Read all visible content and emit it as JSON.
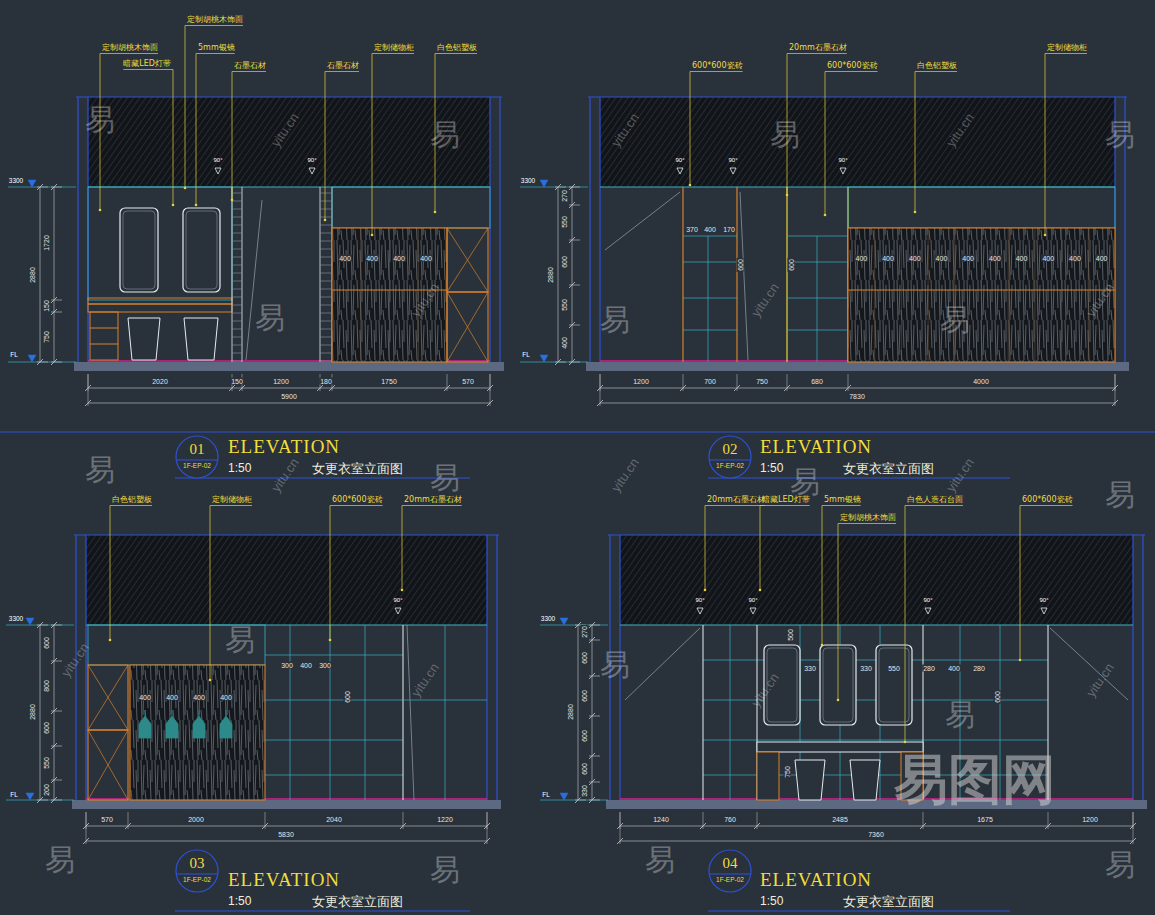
{
  "diagram": {
    "nodes": [
      {
        "text": [
          "01",
          "1F-EP-02"
        ]
      },
      {
        "text": [
          "02",
          "1F-EP-02"
        ]
      },
      {
        "text": [
          "03",
          "1F-EP-02"
        ]
      },
      {
        "text": [
          "04",
          "1F-EP-02"
        ]
      }
    ],
    "labels": [
      "定制胡桃木饰面",
      "定制胡桃木饰面",
      "暗藏LED灯带",
      "5mm银镜",
      "石墨石材",
      "石墨石材",
      "定制储物柜",
      "白色铝塑板",
      "90°",
      "90°",
      "3300",
      "FL",
      "1720",
      "150",
      "750",
      "2880",
      "400",
      "400",
      "400",
      "400",
      "2020",
      "150",
      "1200",
      "180",
      "1750",
      "570",
      "5900",
      "600*600瓷砖",
      "20mm石墨石材",
      "600*600瓷砖",
      "白色铝塑板",
      "定制储物柜",
      "90°",
      "90°",
      "90°",
      "3300",
      "FL",
      "270",
      "550",
      "600",
      "550",
      "400",
      "2880",
      "370",
      "400",
      "170",
      "400",
      "400",
      "400",
      "400",
      "400",
      "400",
      "400",
      "400",
      "400",
      "400",
      "600",
      "600",
      "1200",
      "700",
      "750",
      "680",
      "4000",
      "7830",
      "白色铝塑板",
      "定制储物柜",
      "600*600瓷砖",
      "20mm石墨石材",
      "90°",
      "3300",
      "FL",
      "600",
      "800",
      "600",
      "550",
      "200",
      "2880",
      "400",
      "400",
      "400",
      "400",
      "300",
      "400",
      "300",
      "600",
      "570",
      "2000",
      "2040",
      "1220",
      "5830",
      "20mm石墨石材",
      "暗藏LED灯带",
      "5mm银镜",
      "定制胡桃木饰面",
      "白色人造石台面",
      "600*600瓷砖",
      "90°",
      "90°",
      "90°",
      "90°",
      "3300",
      "FL",
      "270",
      "600",
      "600",
      "600",
      "600",
      "330",
      "2880",
      "330",
      "330",
      "550",
      "280",
      "400",
      "280",
      "500",
      "600",
      "750",
      "1240",
      "760",
      "2485",
      "1675",
      "1200",
      "7360",
      "ELEVATION",
      "1:50",
      "女更衣室立面图",
      "ELEVATION",
      "1:50",
      "女更衣室立面图",
      "ELEVATION",
      "1:50",
      "女更衣室立面图",
      "ELEVATION",
      "1:50",
      "女更衣室立面图",
      "易",
      "易",
      "易",
      "易",
      "易",
      "易",
      "易",
      "易",
      "易",
      "易",
      "易",
      "易",
      "易",
      "易",
      "易",
      "易",
      "易",
      "易",
      "yitu.cn",
      "yitu.cn",
      "yitu.cn",
      "yitu.cn",
      "yitu.cn",
      "yitu.cn",
      "yitu.cn",
      "yitu.cn",
      "yitu.cn",
      "yitu.cn",
      "yitu.cn",
      "yitu.cn",
      "yitu.cn",
      "易图网"
    ]
  }
}
